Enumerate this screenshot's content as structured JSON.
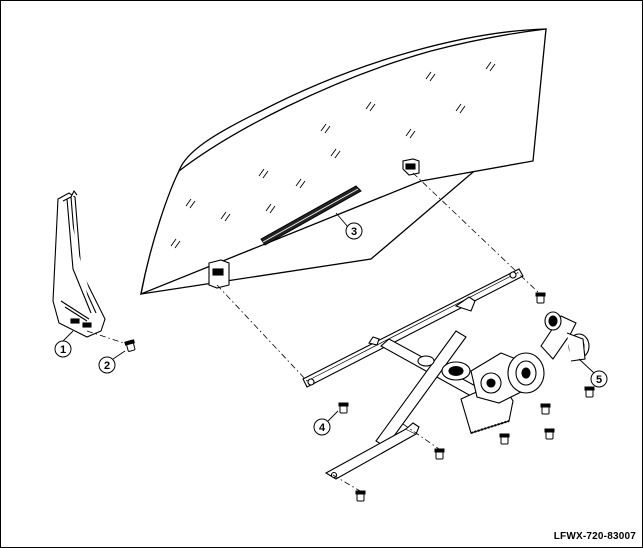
{
  "callouts": [
    {
      "id": "1",
      "label": "1"
    },
    {
      "id": "2",
      "label": "2"
    },
    {
      "id": "3",
      "label": "3"
    },
    {
      "id": "4",
      "label": "4"
    },
    {
      "id": "5",
      "label": "5"
    }
  ],
  "diagram_code": "LFWX-720-83007",
  "colors": {
    "line": "#000000",
    "background": "#ffffff",
    "glass_fill": "#ffffff"
  }
}
